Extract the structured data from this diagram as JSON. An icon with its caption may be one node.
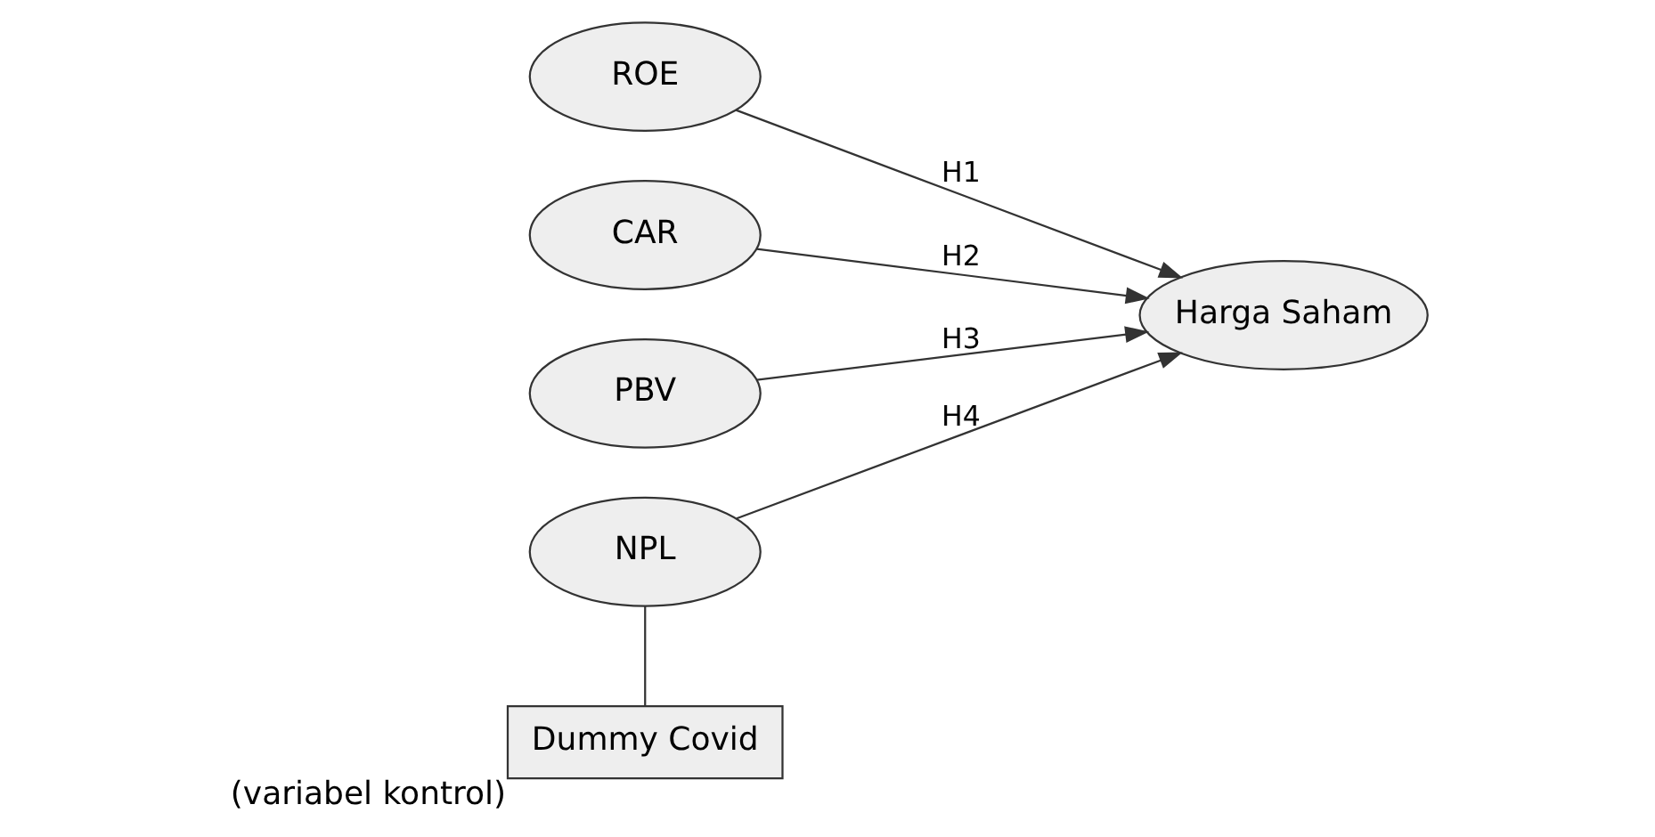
{
  "diagram": {
    "nodes": [
      {
        "text": [
          "ROE"
        ]
      },
      {
        "text": [
          "CAR"
        ]
      },
      {
        "text": [
          "PBV"
        ]
      },
      {
        "text": [
          "NPL"
        ]
      },
      {
        "text": [
          "Harga Saham"
        ]
      },
      {
        "text": [
          "Dummy Covid"
        ],
        "beside": [
          "(variabel kontrol)"
        ]
      }
    ],
    "edges": [
      {
        "from": 0,
        "to": 4,
        "arrow": "to",
        "label": "H1"
      },
      {
        "from": 1,
        "to": 4,
        "arrow": "to",
        "label": "H2"
      },
      {
        "from": 2,
        "to": 4,
        "arrow": "to",
        "label": "H3"
      },
      {
        "from": 3,
        "to": 4,
        "arrow": "to",
        "label": "H4"
      },
      {
        "from": 3,
        "to": 5,
        "arrow": "none"
      }
    ]
  }
}
